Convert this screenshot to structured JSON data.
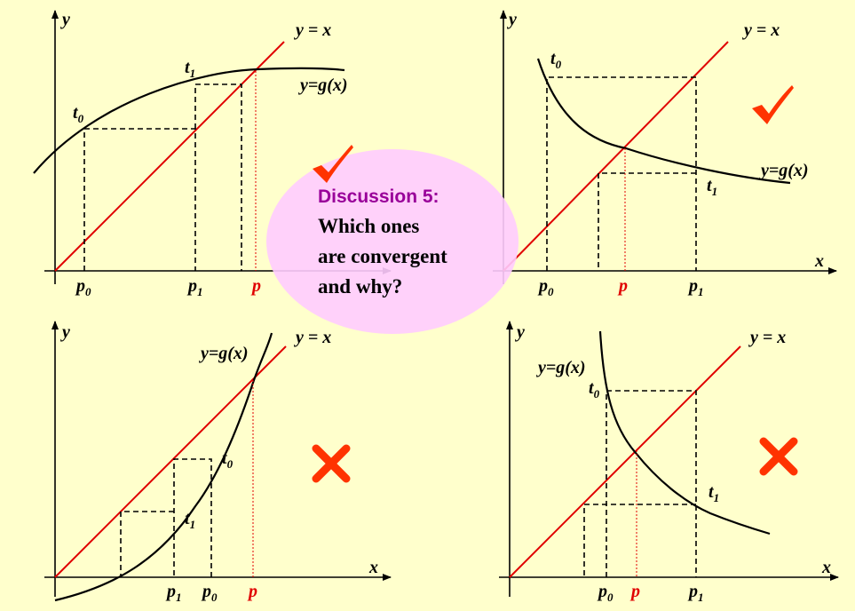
{
  "slide": {
    "background": "#ffffcc",
    "colors": {
      "curve": "#000000",
      "identity_line": "#e00000",
      "fixed_point_label": "#e00000",
      "check": "#ff3300",
      "cross": "#ff3300",
      "callout_fill": "#ffccff",
      "callout_title": "#990099"
    }
  },
  "axis_labels": {
    "x": "x",
    "y": "y"
  },
  "panels": [
    {
      "id": "top-left",
      "line_label": "y = x",
      "curve_label": "y=g(x)",
      "points": [
        {
          "base": "t",
          "sub": "0"
        },
        {
          "base": "t",
          "sub": "1"
        },
        {
          "base": "p",
          "sub": "0"
        },
        {
          "base": "p",
          "sub": "1"
        },
        {
          "base": "p",
          "sub": ""
        }
      ],
      "verdict": "check",
      "verdict_icon": "checkmark-icon"
    },
    {
      "id": "top-right",
      "line_label": "y = x",
      "curve_label": "y=g(x)",
      "points": [
        {
          "base": "t",
          "sub": "0"
        },
        {
          "base": "t",
          "sub": "1"
        },
        {
          "base": "p",
          "sub": "0"
        },
        {
          "base": "p",
          "sub": ""
        },
        {
          "base": "p",
          "sub": "1"
        }
      ],
      "verdict": "check",
      "verdict_icon": "checkmark-icon"
    },
    {
      "id": "bottom-left",
      "line_label": "y = x",
      "curve_label": "y=g(x)",
      "points": [
        {
          "base": "t",
          "sub": "0"
        },
        {
          "base": "t",
          "sub": "1"
        },
        {
          "base": "p",
          "sub": "1"
        },
        {
          "base": "p",
          "sub": "0"
        },
        {
          "base": "p",
          "sub": ""
        }
      ],
      "verdict": "cross",
      "verdict_icon": "cross-icon"
    },
    {
      "id": "bottom-right",
      "line_label": "y = x",
      "curve_label": "y=g(x)",
      "points": [
        {
          "base": "t",
          "sub": "0"
        },
        {
          "base": "t",
          "sub": "1"
        },
        {
          "base": "p",
          "sub": "0"
        },
        {
          "base": "p",
          "sub": ""
        },
        {
          "base": "p",
          "sub": "1"
        }
      ],
      "verdict": "cross",
      "verdict_icon": "cross-icon"
    }
  ],
  "callout": {
    "title": "Discussion 5:",
    "lines": [
      "Which ones",
      "are convergent",
      "and why?"
    ],
    "check_icon": "checkmark-icon"
  }
}
